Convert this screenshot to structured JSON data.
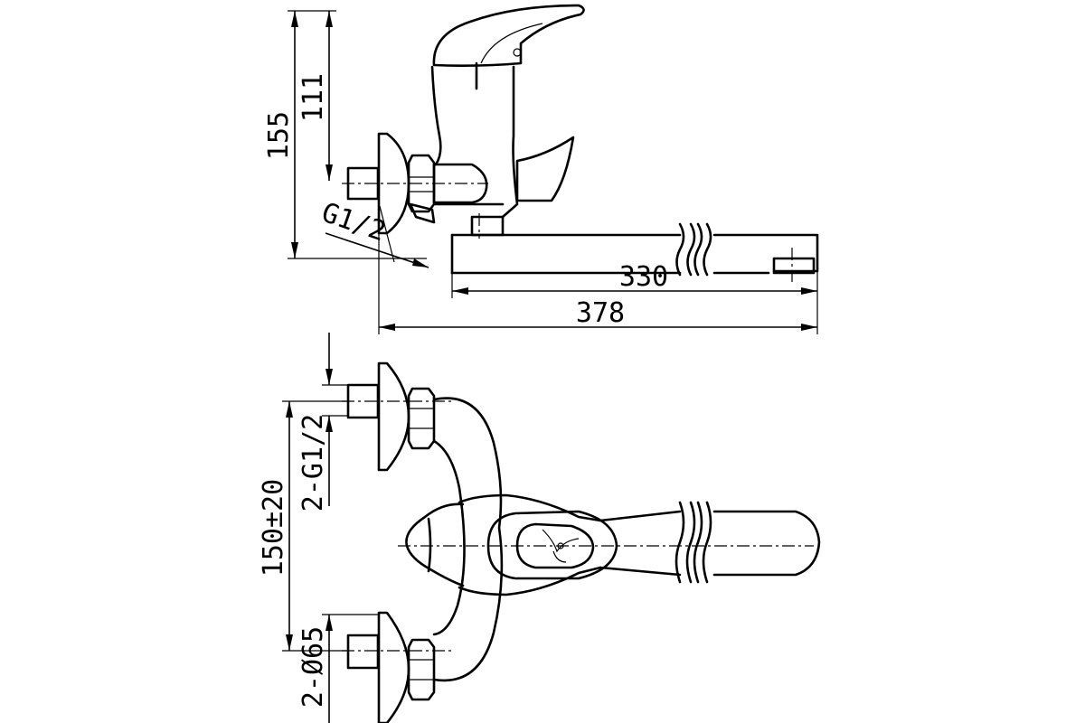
{
  "side_view": {
    "dim_overall_height": "155",
    "dim_handle_height": "111",
    "dim_thread": "G1/2",
    "dim_spout_length": "330",
    "dim_overall_length": "378"
  },
  "top_view": {
    "dim_centre_distance": "150±20",
    "dim_connections": "2-G1/2",
    "dim_flange_diameter": "2-Ø65"
  }
}
